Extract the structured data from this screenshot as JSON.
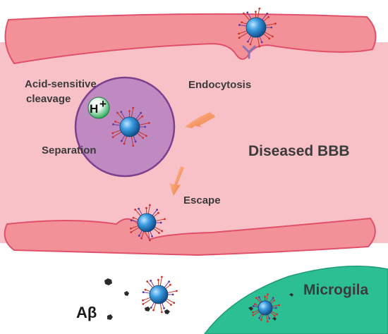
{
  "labels": {
    "acid_line1": "Acid-sensitive",
    "acid_line2": "cleavage",
    "proton": "H",
    "proton_charge": "+",
    "endocytosis": "Endocytosis",
    "separation": "Separation",
    "diseased_bbb": "Diseased BBB",
    "escape": "Escape",
    "microglia": "Microgila",
    "amyloid": "Aβ"
  },
  "colors": {
    "vessel_wall": "#f39199",
    "vessel_wall_stroke": "#e0506a",
    "lumen": "#f8c1c7",
    "vesicle_fill": "#b57fc0",
    "vesicle_stroke": "#7d3f8f",
    "arrow": "#f47a3b",
    "proton_fill": "#2fae5a",
    "nanoparticle": "#2f8fd6",
    "microglia_fill": "#2bbf93",
    "receptor": "#8a74b8",
    "amyloid": "#2b2b2b"
  }
}
